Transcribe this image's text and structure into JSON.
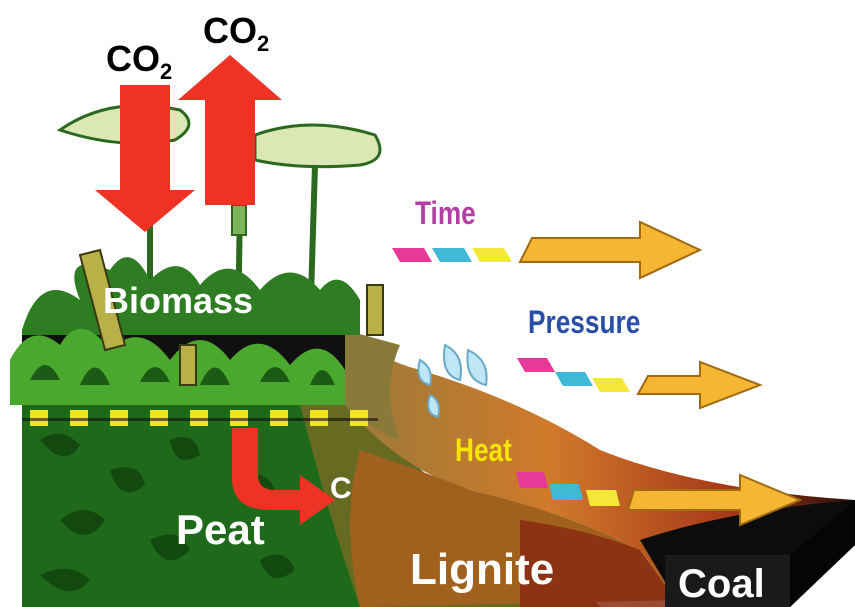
{
  "co2_down": {
    "base": "CO",
    "sub": "2"
  },
  "co2_up": {
    "base": "CO",
    "sub": "2"
  },
  "labels": {
    "biomass": "Biomass",
    "peat": "Peat",
    "carbon": "C",
    "lignite": "Lignite",
    "coal": "Coal"
  },
  "factors": {
    "time": "Time",
    "pressure": "Pressure",
    "heat": "Heat"
  },
  "colors": {
    "arrow_red": "#ee3224",
    "time": "#b43fa3",
    "pressure": "#2a4fa8",
    "heat": "#f5e500",
    "swatches": [
      "#e8399a",
      "#3fb9d6",
      "#f3e838",
      "#f5b633"
    ]
  }
}
